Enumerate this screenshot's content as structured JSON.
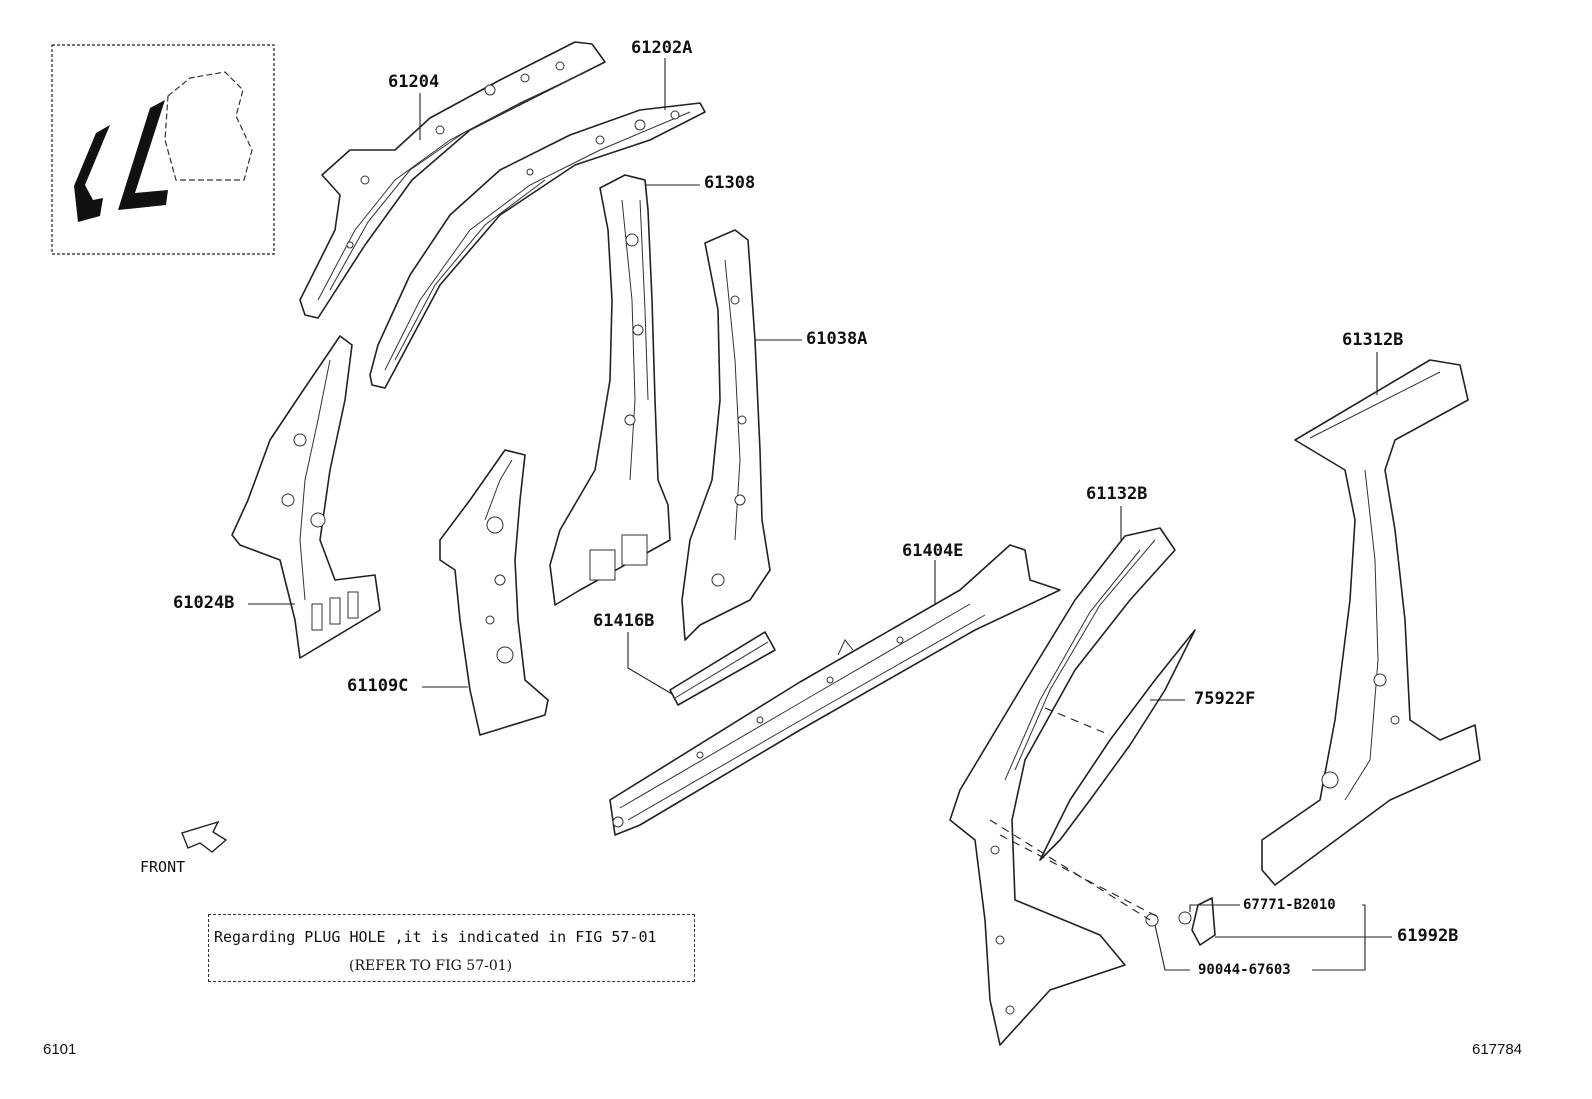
{
  "labels": {
    "p61204": "61204",
    "p61202A": "61202A",
    "p61308": "61308",
    "p61038A": "61038A",
    "p61312B": "61312B",
    "p61024B": "61024B",
    "p61109C": "61109C",
    "p61416B": "61416B",
    "p61404E": "61404E",
    "p61132B": "61132B",
    "p75922F": "75922F",
    "p67771": "67771-B2010",
    "p61992B": "61992B",
    "p90044": "90044-67603"
  },
  "front_label": "FRONT",
  "note": {
    "line1": "Regarding PLUG HOLE ,it is indicated in FIG 57-01",
    "line2": "(REFER TO FIG 57-01)"
  },
  "footer": {
    "left_code": "6101",
    "right_code": "617784"
  }
}
